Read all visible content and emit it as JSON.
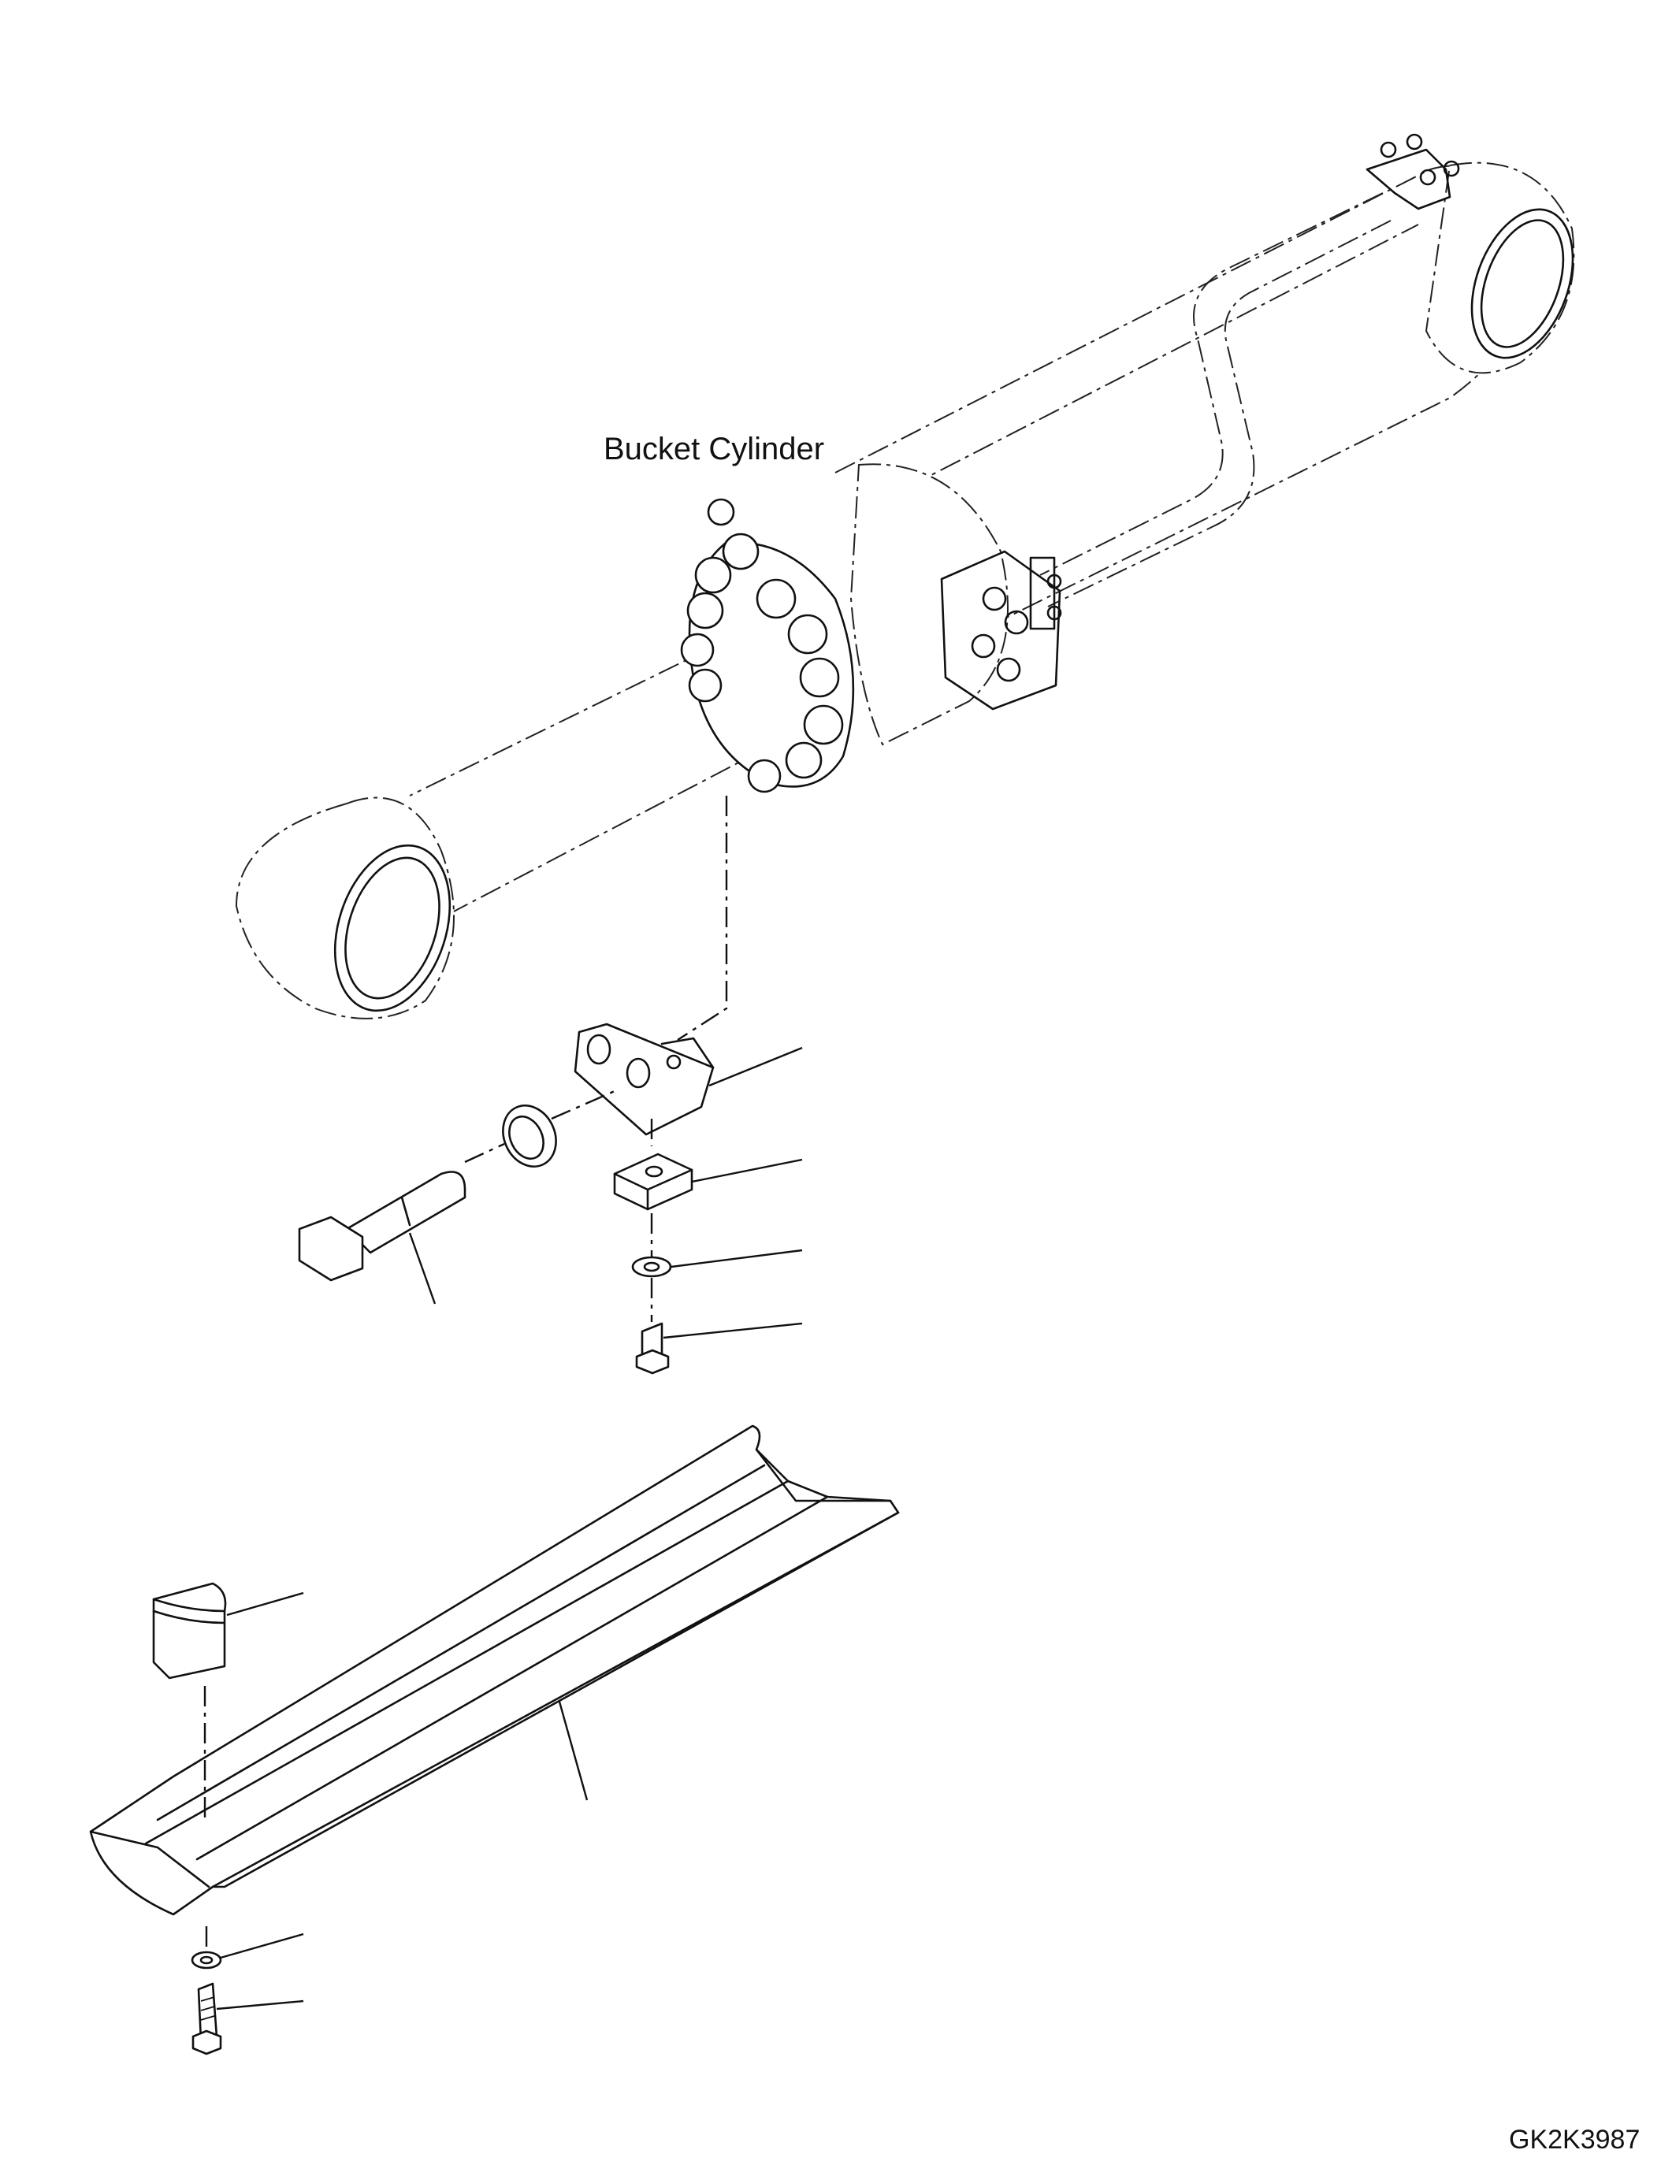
{
  "diagram": {
    "title_label": "Bucket Cylinder",
    "drawing_number": "GK2K3987"
  },
  "parts": [
    {
      "name": "bucket-cylinder",
      "style": "phantom"
    },
    {
      "name": "mounting-bracket"
    },
    {
      "name": "spacer-ring"
    },
    {
      "name": "hex-bolt-large"
    },
    {
      "name": "square-nut-block"
    },
    {
      "name": "flat-washer"
    },
    {
      "name": "cap-screw"
    },
    {
      "name": "guard-channel"
    },
    {
      "name": "rubber-pad"
    },
    {
      "name": "washer-small"
    },
    {
      "name": "bolt-small"
    }
  ]
}
